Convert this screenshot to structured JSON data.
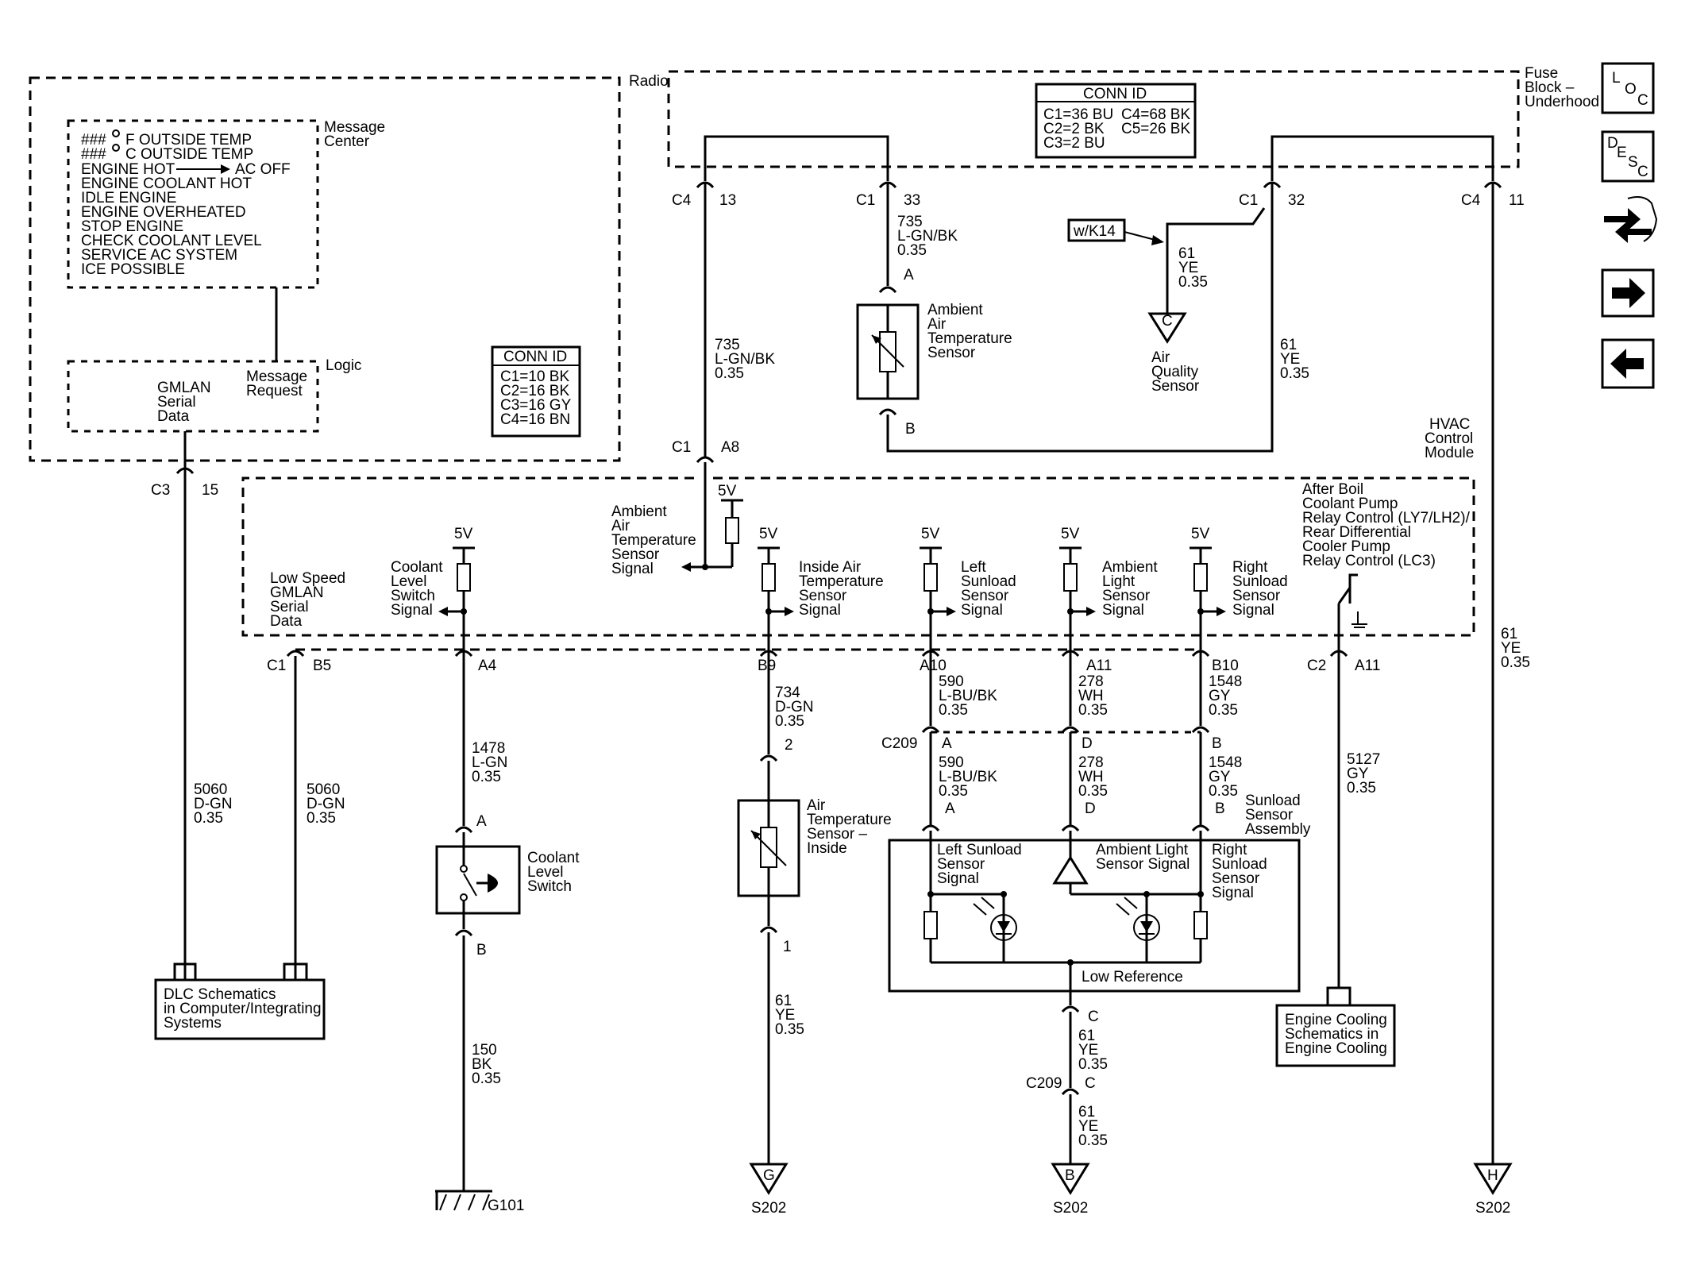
{
  "modules": {
    "radio": "Radio",
    "message_center": [
      "Message",
      "Center"
    ],
    "logic": "Logic",
    "fuse_block": [
      "Fuse",
      "Block –",
      "Underhood"
    ],
    "hvac": [
      "HVAC",
      "Control",
      "Module"
    ]
  },
  "message_center_list": {
    "f_temp_hash": "###",
    "f_temp_text": "F OUTSIDE TEMP",
    "c_temp_hash": "###",
    "c_temp_text": "C  OUTSIDE TEMP",
    "engine_hot": "ENGINE HOT",
    "ac_off": "AC OFF",
    "rest": [
      "ENGINE COOLANT HOT",
      "IDLE ENGINE",
      "ENGINE OVERHEATED",
      "STOP ENGINE",
      "CHECK COOLANT LEVEL",
      "SERVICE AC SYSTEM",
      "ICE POSSIBLE"
    ]
  },
  "logic_labels": {
    "gmlan": [
      "GMLAN",
      "Serial",
      "Data"
    ],
    "message_request": [
      "Message",
      "Request"
    ]
  },
  "conn_id_radio": {
    "title": "CONN ID",
    "rows": [
      "C1=10 BK",
      "C2=16 BK",
      "C3=16 GY",
      "C4=16 BN"
    ]
  },
  "conn_id_fuse": {
    "title": "CONN ID",
    "col1": [
      "C1=36 BU",
      "C2=2 BK",
      "C3=2 BU"
    ],
    "col2": [
      "C4=68 BK",
      "C5=26 BK"
    ]
  },
  "fuse_pins": {
    "c4_13": [
      "C4",
      "13"
    ],
    "c1_33": [
      "C1",
      "33"
    ],
    "c1_32": [
      "C1",
      "32"
    ],
    "c4_11": [
      "C4",
      "11"
    ]
  },
  "wires": {
    "w735_upper": [
      "735",
      "L-GN/BK",
      "0.35"
    ],
    "w735_lower": [
      "735",
      "L-GN/BK",
      "0.35"
    ],
    "w61_air_quality": [
      "61",
      "YE",
      "0.35"
    ],
    "w61_fuse_c1": [
      "61",
      "YE",
      "0.35"
    ],
    "w61_fuse_c4": [
      "61",
      "YE",
      "0.35"
    ],
    "w5060_left": [
      "5060",
      "D-GN",
      "0.35"
    ],
    "w5060_right": [
      "5060",
      "D-GN",
      "0.35"
    ],
    "w1478": [
      "1478",
      "L-GN",
      "0.35"
    ],
    "w150": [
      "150",
      "BK",
      "0.35"
    ],
    "w734": [
      "734",
      "D-GN",
      "0.35"
    ],
    "w61_inside": [
      "61",
      "YE",
      "0.35"
    ],
    "w590_upper": [
      "590",
      "L-BU/BK",
      "0.35"
    ],
    "w590_lower": [
      "590",
      "L-BU/BK",
      "0.35"
    ],
    "w278_upper": [
      "278",
      "WH",
      "0.35"
    ],
    "w278_lower": [
      "278",
      "WH",
      "0.35"
    ],
    "w1548_upper": [
      "1548",
      "GY",
      "0.35"
    ],
    "w1548_lower": [
      "1548",
      "GY",
      "0.35"
    ],
    "w61_c209_upper": [
      "61",
      "YE",
      "0.35"
    ],
    "w61_c209_lower": [
      "61",
      "YE",
      "0.35"
    ],
    "w5127": [
      "5127",
      "GY",
      "0.35"
    ]
  },
  "components": {
    "ambient_air_temp_sensor": [
      "Ambient",
      "Air",
      "Temperature",
      "Sensor"
    ],
    "air_quality_sensor": [
      "Air",
      "Quality",
      "Sensor"
    ],
    "wk14": "w/K14",
    "coolant_level_switch": [
      "Coolant",
      "Level",
      "Switch"
    ],
    "air_temp_sensor_inside": [
      "Air",
      "Temperature",
      "Sensor –",
      "Inside"
    ],
    "sunload_assembly": [
      "Sunload",
      "Sensor",
      "Assembly"
    ],
    "left_sunload": [
      "Left Sunload",
      "Sensor",
      "Signal"
    ],
    "ambient_light": [
      "Ambient Light",
      "Sensor Signal"
    ],
    "right_sunload": [
      "Right",
      "Sunload",
      "Sensor",
      "Signal"
    ],
    "low_reference": "Low Reference",
    "dlc": [
      "DLC Schematics",
      "in Computer/Integrating",
      "Systems"
    ],
    "engine_cooling": [
      "Engine Cooling",
      "Schematics in",
      "Engine Cooling"
    ]
  },
  "hvac_signals": {
    "low_speed_gmlan": [
      "Low Speed",
      "GMLAN",
      "Serial",
      "Data"
    ],
    "coolant_level": [
      "Coolant",
      "Level",
      "Switch",
      "Signal"
    ],
    "ambient_air_temp": [
      "Ambient",
      "Air",
      "Temperature",
      "Sensor",
      "Signal"
    ],
    "inside_air_temp": [
      "Inside Air",
      "Temperature",
      "Sensor",
      "Signal"
    ],
    "left_sunload": [
      "Left",
      "Sunload",
      "Sensor",
      "Signal"
    ],
    "ambient_light": [
      "Ambient",
      "Light",
      "Sensor",
      "Signal"
    ],
    "right_sunload": [
      "Right",
      "Sunload",
      "Sensor",
      "Signal"
    ],
    "after_boil": [
      "After Boil",
      "Coolant Pump",
      "Relay Control (LY7/LH2)/",
      "Rear Differential",
      "Cooler Pump",
      "Relay Control (LC3)"
    ],
    "five_v": "5V"
  },
  "pins": {
    "c3": "C3",
    "p15": "15",
    "c1_a8": "C1",
    "a8": "A8",
    "a_amb": "A",
    "b_amb": "B",
    "c1_b5": "C1",
    "b5": "B5",
    "a4": "A4",
    "b9": "B9",
    "a10": "A10",
    "a11_light": "A11",
    "b10": "B10",
    "c2": "C2",
    "a11_relay": "A11",
    "c209_top": "C209",
    "a_c209_top": "A",
    "d_c209_top": "D",
    "b_c209_top": "B",
    "a_sun": "A",
    "d_sun": "D",
    "b_sun": "B",
    "a_cls": "A",
    "b_cls": "B",
    "p2": "2",
    "p1": "1",
    "c_sun": "C",
    "c209_bottom": "C209",
    "c_c209_bottom": "C"
  },
  "grounds_splices": {
    "g101": "G101",
    "g_letter": "G",
    "g_splice": "S202",
    "b_letter": "B",
    "b_splice": "S202",
    "h_letter": "H",
    "h_splice": "S202",
    "c_letter": "C"
  },
  "nav": {
    "loc": [
      "L",
      "O",
      "C"
    ],
    "desc": [
      "D",
      "E",
      "S",
      "C"
    ]
  }
}
